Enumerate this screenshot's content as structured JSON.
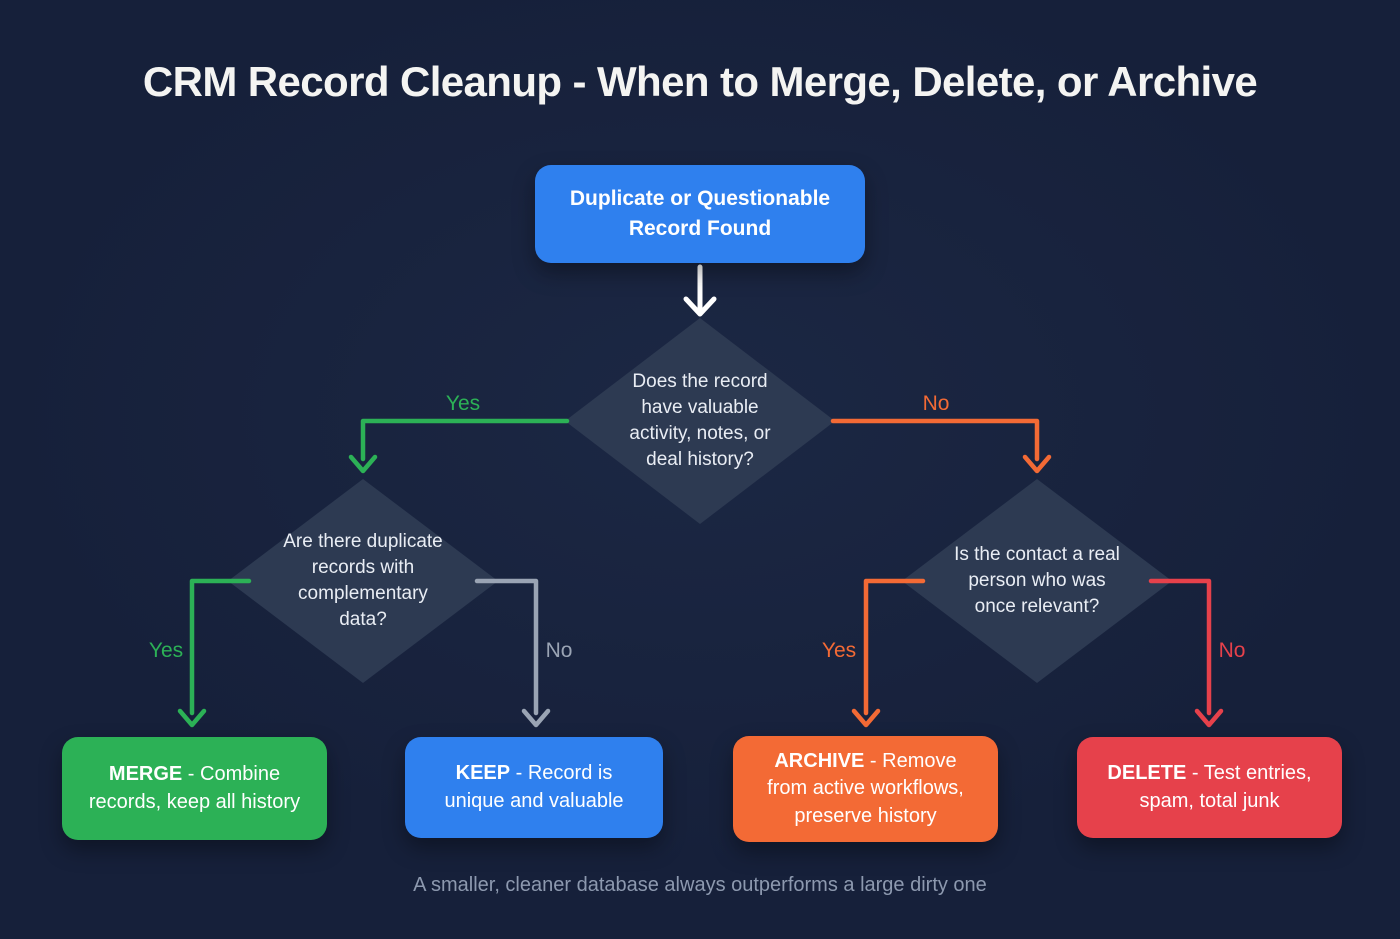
{
  "title": "CRM Record Cleanup - When to Merge, Delete, or Archive",
  "start": {
    "label": "Duplicate or Questionable\nRecord Found"
  },
  "decisions": {
    "root": {
      "text": "Does the record\nhave valuable\nactivity, notes, or\ndeal history?",
      "yes_label": "Yes",
      "no_label": "No"
    },
    "left": {
      "text": "Are there duplicate\nrecords with\ncomplementary\ndata?",
      "yes_label": "Yes",
      "no_label": "No"
    },
    "right": {
      "text": "Is the contact a real\nperson who was\nonce relevant?",
      "yes_label": "Yes",
      "no_label": "No"
    }
  },
  "outcomes": {
    "merge": {
      "keyword": "MERGE",
      "rest": " - Combine\nrecords, keep all history"
    },
    "keep": {
      "keyword": "KEEP",
      "rest": " - Record is\nunique and valuable"
    },
    "archive": {
      "keyword": "ARCHIVE",
      "rest": " - Remove\nfrom active workflows,\npreserve history"
    },
    "delete": {
      "keyword": "DELETE",
      "rest": " - Test entries,\nspam, total junk"
    }
  },
  "footer": "A smaller, cleaner database always outperforms a large dirty one",
  "colors": {
    "bg": "#16203a",
    "diamond": "#2d3a52",
    "diamond_text": "#e9edf4",
    "blue": "#2f80ee",
    "green": "#2cb156",
    "orange": "#f36a35",
    "red": "#e6414b",
    "gray": "#9aa4b4",
    "white": "#ffffff",
    "title_color": "#f4f4f2",
    "muted": "#8d99af"
  }
}
